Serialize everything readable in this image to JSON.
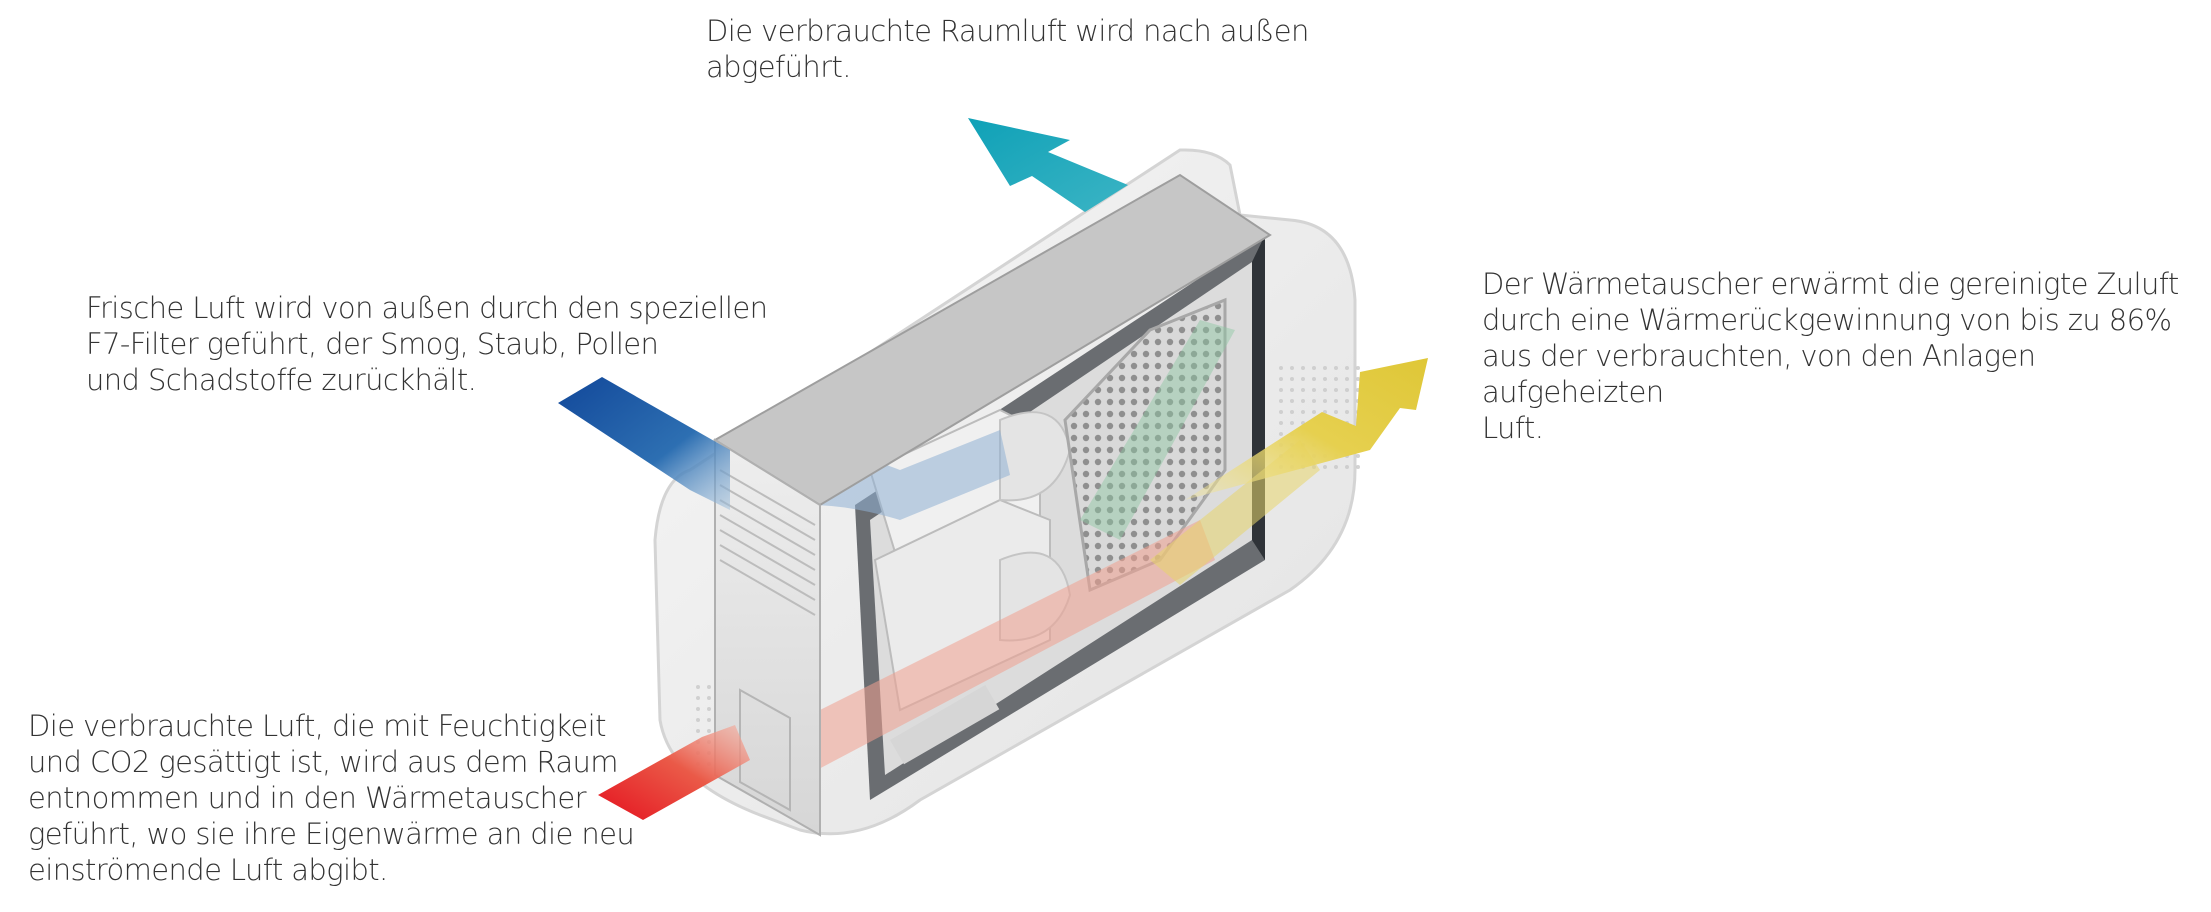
{
  "captions": {
    "exhaust": "Die verbrauchte Raumluft wird nach außen\nabgeführt.",
    "fresh": "Frische Luft wird von außen durch den speziellen\nF7-Filter geführt, der Smog, Staub, Pollen\nund Schadstoffe zurückhält.",
    "heat": "Der Wärmetauscher erwärmt die gereinigte Zuluft\ndurch eine Wärmerückgewinnung von bis zu 86%\naus der verbrauchten, von den Anlagen aufgeheizten\nLuft.",
    "stale": "Die verbrauchte Luft, die mit Feuchtigkeit\nund CO2 gesättigt ist, wird aus dem Raum\nentnommen und in den Wärmetauscher\ngeführt, wo sie ihre Eigenwärme an die neu\neinströmende Luft abgibt."
  },
  "colors": {
    "exhaust_arrow": "#1aa3b8",
    "fresh_arrow": "#1459a6",
    "supply_arrow": "#e3cc3a",
    "stale_arrow": "#e0262b",
    "housing": "#e2e2e2",
    "housing_edge": "#bdbdbd",
    "dark_frame": "#2f3338"
  },
  "icons": {
    "exhaust_arrow": "arrow-up-left-icon",
    "fresh_arrow": "arrow-inflow-icon",
    "supply_arrow": "arrow-up-right-icon",
    "stale_arrow": "arrow-inflow-icon"
  }
}
